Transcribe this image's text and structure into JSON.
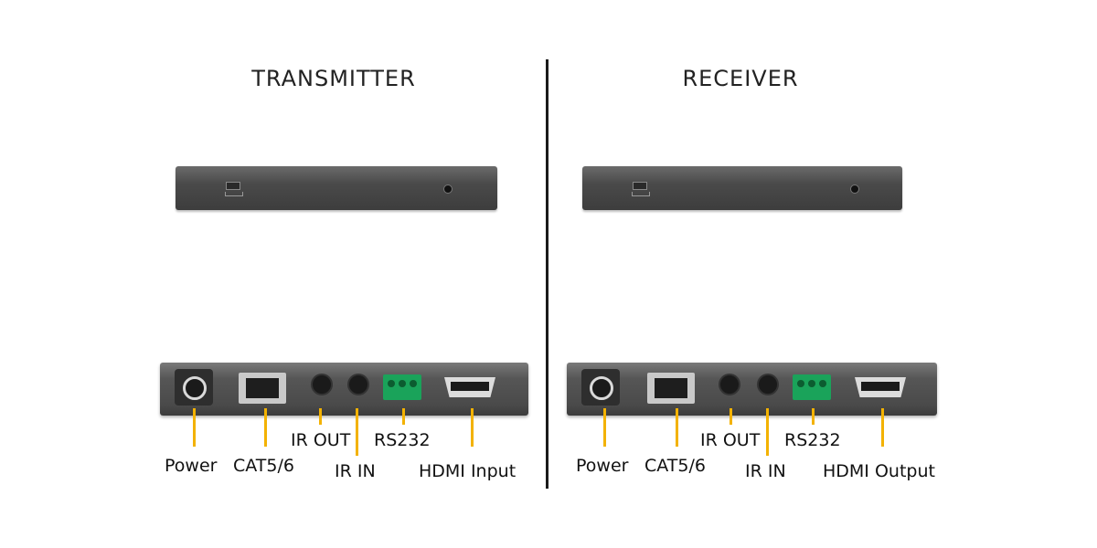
{
  "transmitter": {
    "title": "TRANSMITTER",
    "labels": {
      "power": "Power",
      "cat": "CAT5/6",
      "ir_out": "IR OUT",
      "ir_in": "IR IN",
      "rs232": "RS232",
      "hdmi": "HDMI Input"
    }
  },
  "receiver": {
    "title": "RECEIVER",
    "labels": {
      "power": "Power",
      "cat": "CAT5/6",
      "ir_out": "IR OUT",
      "ir_in": "IR IN",
      "rs232": "RS232",
      "hdmi": "HDMI Output"
    }
  },
  "colors": {
    "leader": "#f3b200",
    "divider": "#1a1a1a",
    "rs232_terminal": "#1aa35a"
  }
}
